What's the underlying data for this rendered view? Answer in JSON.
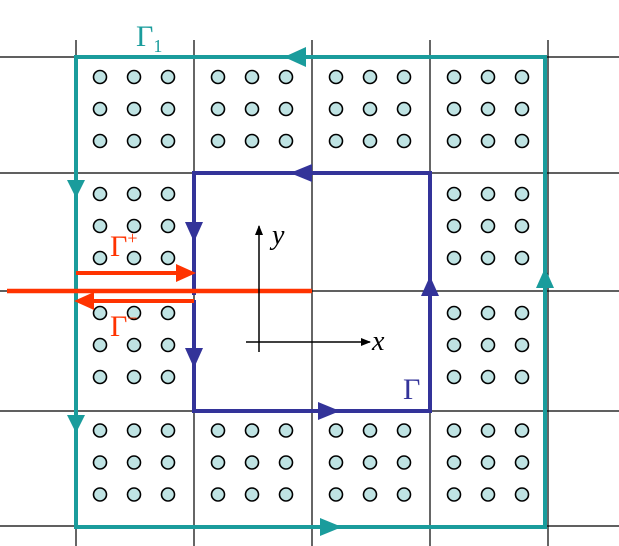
{
  "labels": {
    "gamma1": "Γ",
    "gamma1_sub": "1",
    "gamma": "Γ",
    "gamma_plus": "Γ",
    "gamma_plus_sup": "+",
    "gamma_minus": "Γ",
    "gamma_minus_sup": "−",
    "x_axis": "x",
    "y_axis": "y"
  },
  "colors": {
    "grid": "#000000",
    "outer_contour": "#1a9c9c",
    "inner_contour": "#333399",
    "crack_and_arrows": "#ff3300",
    "particle_fill": "#bfe3e3",
    "particle_stroke": "#000000",
    "axes": "#000000"
  },
  "particles": {
    "rows_per_cell": 3,
    "cols_per_cell": 3
  }
}
